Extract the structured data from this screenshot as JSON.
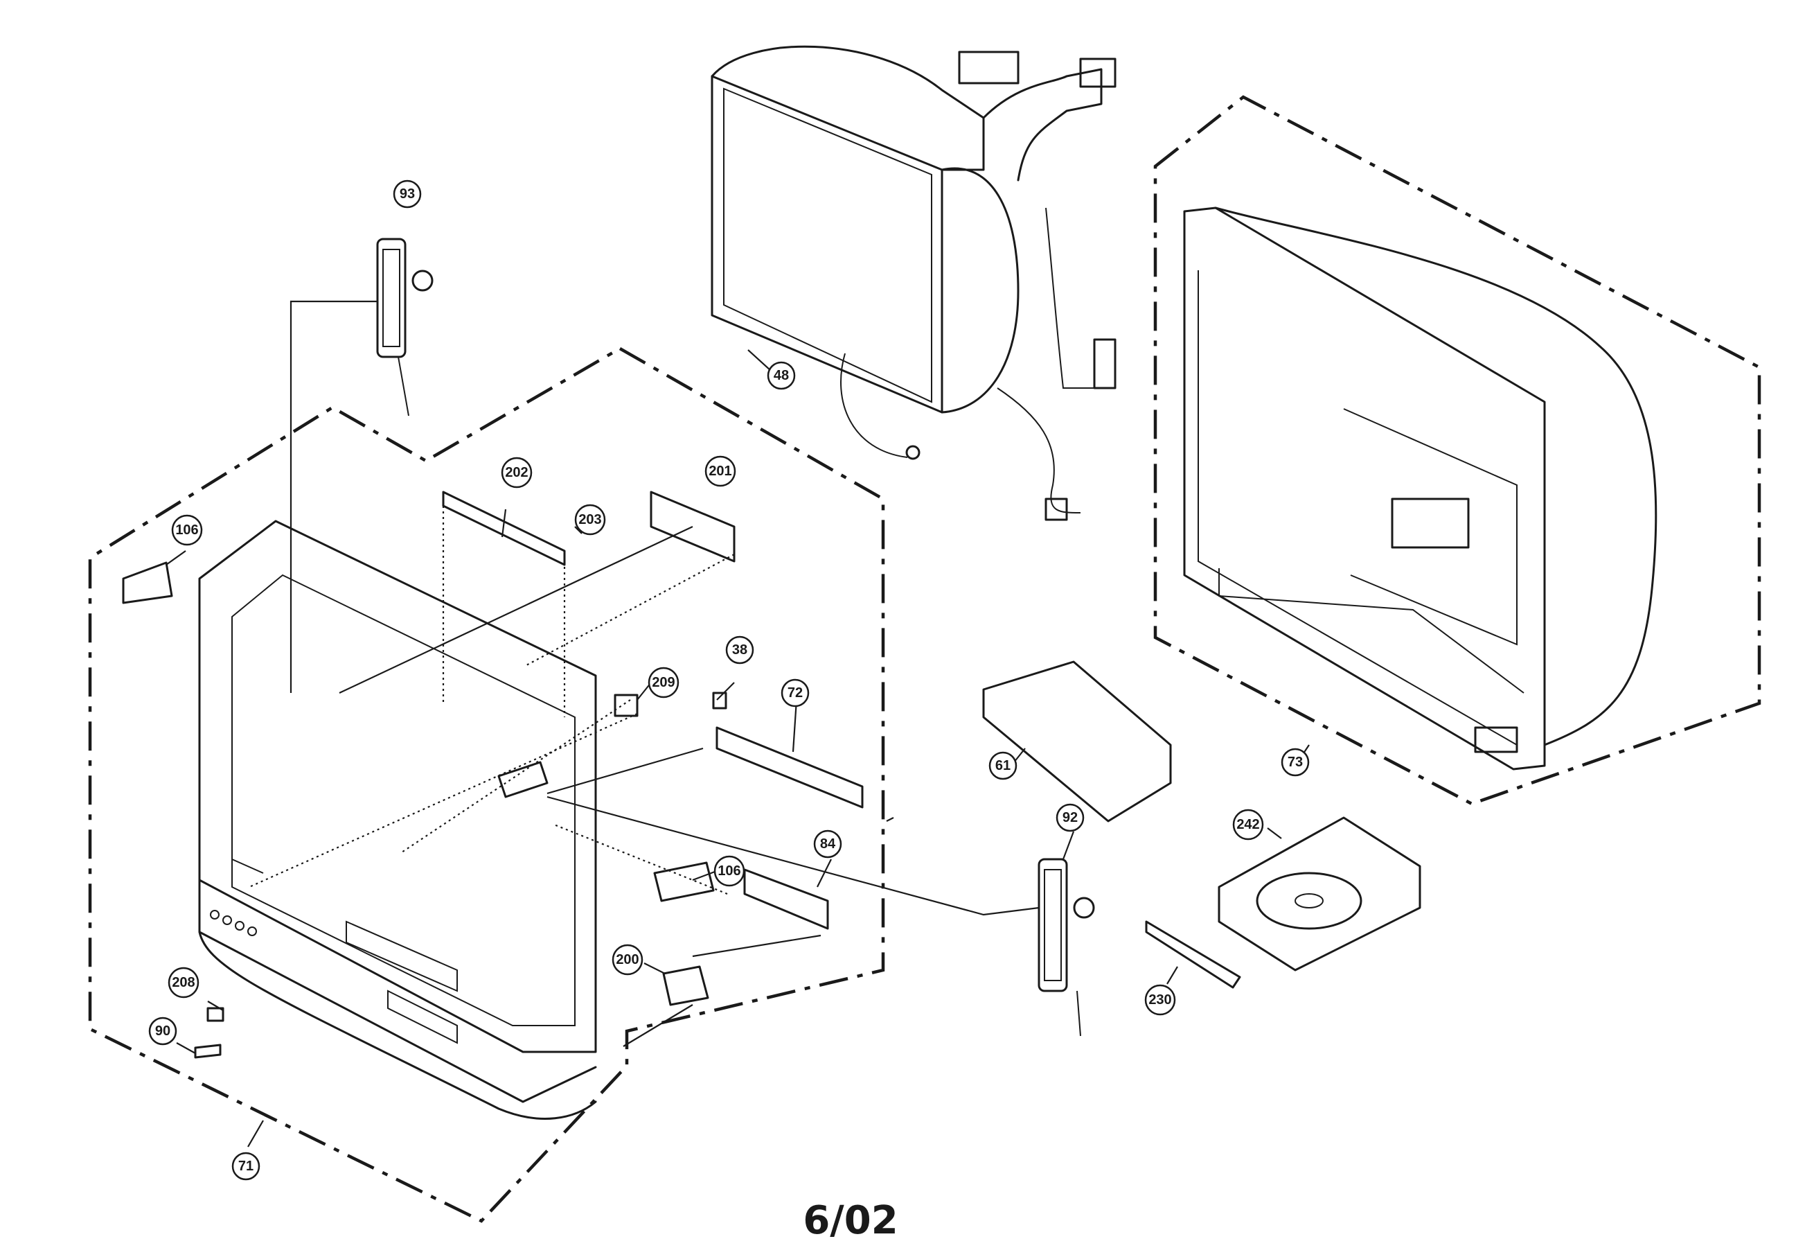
{
  "callouts": [
    {
      "id": "c93",
      "label": "93"
    },
    {
      "id": "c48",
      "label": "48"
    },
    {
      "id": "c202",
      "label": "202"
    },
    {
      "id": "c201",
      "label": "201"
    },
    {
      "id": "c203",
      "label": "203"
    },
    {
      "id": "c106a",
      "label": "106"
    },
    {
      "id": "c38",
      "label": "38"
    },
    {
      "id": "c209",
      "label": "209"
    },
    {
      "id": "c72",
      "label": "72"
    },
    {
      "id": "c61",
      "label": "61"
    },
    {
      "id": "c73",
      "label": "73"
    },
    {
      "id": "c92",
      "label": "92"
    },
    {
      "id": "c242",
      "label": "242"
    },
    {
      "id": "c106b",
      "label": "106"
    },
    {
      "id": "c84",
      "label": "84"
    },
    {
      "id": "c208",
      "label": "208"
    },
    {
      "id": "c90",
      "label": "90"
    },
    {
      "id": "c200",
      "label": "200"
    },
    {
      "id": "c230",
      "label": "230"
    },
    {
      "id": "c71",
      "label": "71"
    }
  ],
  "date_code": "6/02"
}
